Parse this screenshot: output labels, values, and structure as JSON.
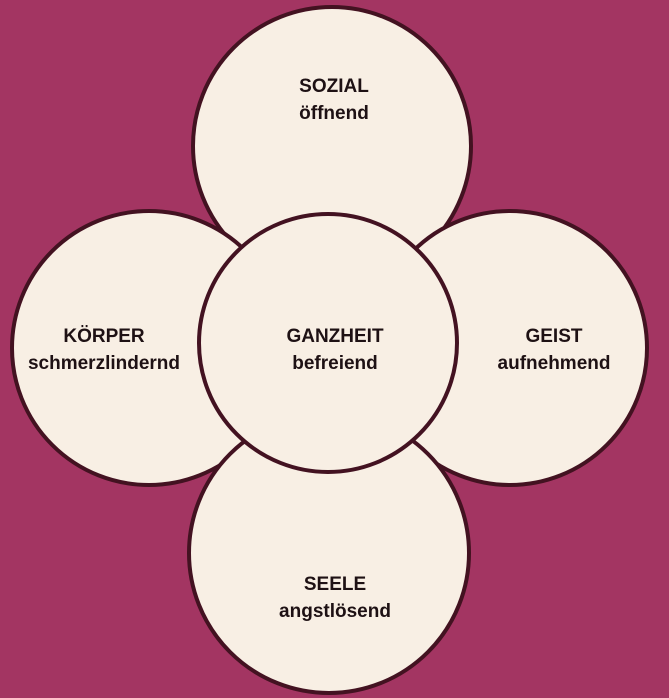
{
  "diagram": {
    "colors": {
      "background": "#a33562",
      "circle_fill": "#f8efe4",
      "circle_stroke": "#431221",
      "text": "#1e1114"
    },
    "circles": {
      "top": {
        "title": "SOZIAL",
        "subtitle": "öffnend"
      },
      "left": {
        "title": "KÖRPER",
        "subtitle": "schmerzlindernd"
      },
      "right": {
        "title": "GEIST",
        "subtitle": "aufnehmend"
      },
      "bottom": {
        "title": "SEELE",
        "subtitle": "angstlösend"
      },
      "center": {
        "title": "GANZHEIT",
        "subtitle": "befreiend"
      }
    }
  }
}
